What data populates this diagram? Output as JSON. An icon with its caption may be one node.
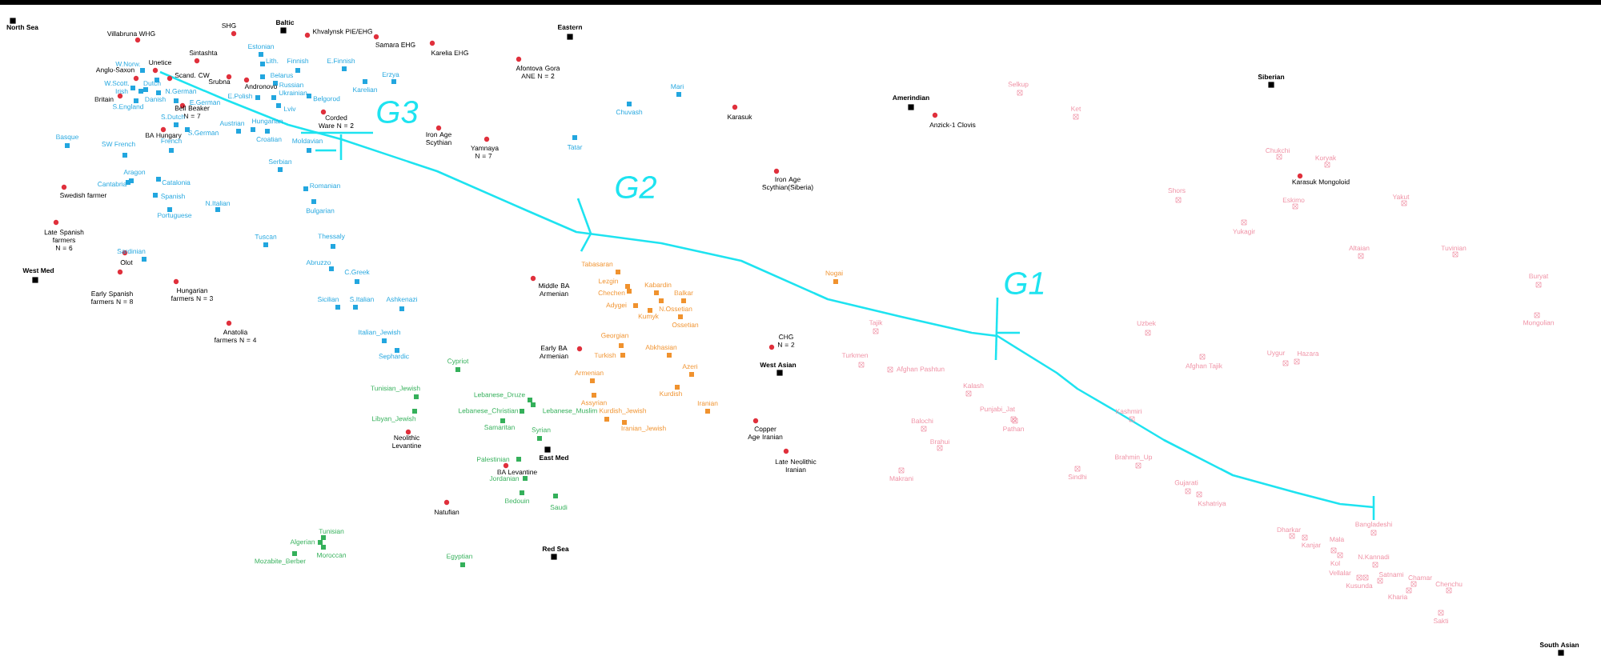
{
  "diagram": {
    "labels": [
      "North Sea",
      "Villabruna WHG",
      "SHG",
      "Baltic",
      "Khvalynsk PIE/EHG",
      "Samara EHG",
      "Karelia EHG",
      "Estonian",
      "Afontova Gora ANE N = 2",
      "Eastern",
      "Sintashta",
      "Unetice",
      "W.Norw.",
      "Lith.",
      "Finnish",
      "E.Finnish",
      "Anglo-Saxon",
      "Scand. CW",
      "Belarus",
      "Erzya",
      "Srubna",
      "Andronovo",
      "W.Scott.",
      "Dutch",
      "Russian",
      "Mari",
      "Selkup",
      "Karelian",
      "Irish",
      "N.German",
      "Ukrainian",
      "Belgorod",
      "Amerindian",
      "Britain",
      "Danish",
      "S.England",
      "E.German",
      "E.Polish",
      "Karasuk",
      "Bell Beaker N = 7",
      "Lviv",
      "Siberian",
      "Ket",
      "Chuvash",
      "Corded Ware N = 2",
      "S.Dutch",
      "Anzick-1 Clovis",
      "G3",
      "Austrian",
      "Hungarian",
      "BA Hungary",
      "S.German",
      "Iron Age Scythian",
      "Basque",
      "Croatian",
      "Moldavian",
      "French",
      "Tatar",
      "SW French",
      "Yamnaya N = 7",
      "Chukchi",
      "Koryak",
      "Serbian",
      "Aragon",
      "Iron Age Scythian(Siberia)",
      "Karasuk Mongoloid",
      "Catalonia",
      "Cantabria",
      "Romanian",
      "G2",
      "Swedish farmer",
      "Shors",
      "Spanish",
      "Yakut",
      "Eskimo",
      "N.Italian",
      "Bulgarian",
      "Portuguese",
      "Yukagir",
      "Late Spanish farmers N = 6",
      "Tuscan",
      "Thessaly",
      "Altaian",
      "Tuvinian",
      "Sardinian",
      "Olot",
      "Abruzzo",
      "Tabasaran",
      "West Med",
      "C.Greek",
      "Nogai",
      "Buryat",
      "Lezgin",
      "G1",
      "Middle BA Armenian",
      "Kabardin",
      "Early Spanish farmers N = 8",
      "Hungarian farmers N = 3",
      "Chechen",
      "Balkar",
      "Sicilian",
      "S.Italian",
      "Ashkenazi",
      "Adygei",
      "N.Ossetian",
      "Kumyk",
      "Mongolian",
      "Ossetian",
      "Uzbek",
      "Tajik",
      "Anatolia farmers N = 4",
      "Italian_Jewish",
      "Georgian",
      "CHG N = 2",
      "Early BA Armenian",
      "Abkhasian",
      "Sephardic",
      "Turkish",
      "Turkmen",
      "Uygur",
      "Hazara",
      "Afghan Tajik",
      "Cypriot",
      "West Asian",
      "Azeri",
      "Afghan Pashtun",
      "Armenian",
      "Kalash",
      "Tunisian_Jewish",
      "Kurdish",
      "Lebanese_Druze",
      "Assyrian",
      "Iranian",
      "Punjabi_Jat",
      "Lebanese_Christian",
      "Lebanese_Muslim",
      "Kurdish_Jewish",
      "Kashmiri",
      "Libyan_Jewish",
      "Copper Age Iranian",
      "Balochi",
      "Samaritan",
      "Iranian_Jewish",
      "Pathan",
      "Syrian",
      "Neolithic Levantine",
      "Brahui",
      "East Med",
      "Brahmin_Up",
      "Palestinian",
      "Late Neolithic Iranian",
      "BA Levantine",
      "Sindhi",
      "Makrani",
      "Jordanian",
      "Gujarati",
      "Bedouin",
      "Kshatriya",
      "Saudi",
      "Natufian",
      "Bangladeshi",
      "Dharkar",
      "Tunisian",
      "Mala",
      "Algerian",
      "Kanjar",
      "Red Sea",
      "Moroccan",
      "N.Kannadi",
      "Egyptian",
      "Mozabite_Berber",
      "Kol",
      "Vellalar",
      "Satnami",
      "Chamar",
      "Chenchu",
      "Kusunda",
      "Kharia",
      "Sakti",
      "South Asian"
    ]
  }
}
